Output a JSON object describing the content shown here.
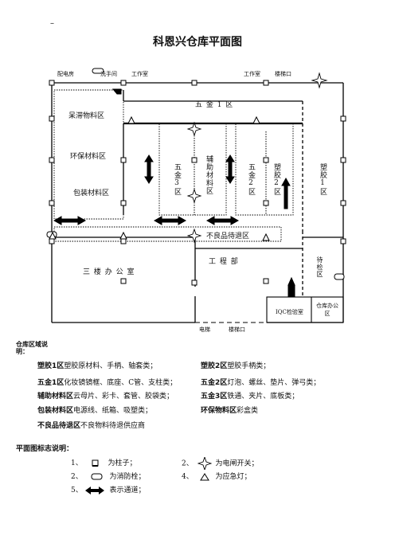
{
  "corner_mark": "–",
  "title": "科恩兴仓库平面图",
  "top_labels": {
    "power_room": "配电房",
    "washroom": "洗手间",
    "office_left": "工作室",
    "office_right": "工作室",
    "stair_top": "楼梯口"
  },
  "zones": {
    "hardware1": "五 金 1 区",
    "sluggish": "呆滞物料区",
    "eco": "环保材料区",
    "packaging": "包装材料区",
    "hardware3": "五金3区",
    "aux": "辅助材料区",
    "hardware2": "五金2区",
    "plastic2": "塑胶2区",
    "plastic1": "塑胶1区",
    "defect": "不良品待退区",
    "engineering": "工 程 部",
    "office3": "三 楼 办 公 室",
    "pending": "待检区",
    "iqc": "IQC检验室",
    "whs_office": "仓库办公区",
    "elevator": "电梯",
    "stair_bottom": "楼梯口"
  },
  "notes_heading": "仓库区域说明：",
  "notes": [
    {
      "name": "塑胶1区",
      "desc": "塑胶原材料、手柄、轴套类；"
    },
    {
      "name": "塑胶2区",
      "desc": "塑胶手柄类；"
    },
    {
      "name": "五金1区",
      "desc": "化妆镜镜框、底座、C管、支柱类；"
    },
    {
      "name": "五金2区",
      "desc": "灯泡、螺丝、垫片、弹弓类；"
    },
    {
      "name": "辅助材料区",
      "desc": "云母片、彩卡、套管、胶袋类；"
    },
    {
      "name": "五金3区",
      "desc": "铁通、夹片、底板类；"
    },
    {
      "name": "包装材料区",
      "desc": "电源线、纸箱、吸塑类；"
    },
    {
      "name": "环保物料区",
      "desc": "彩盒类"
    },
    {
      "name": "不良品待退区",
      "desc": "不良物料待退供应商"
    }
  ],
  "legend_heading": "平面图标志说明：",
  "legend": [
    {
      "num": "1、",
      "text": "为柱子；",
      "icon": "pillar-icon"
    },
    {
      "num": "2、",
      "text": "为电闸开关；",
      "icon": "switch-star-icon"
    },
    {
      "num": "2、",
      "text": "为消防栓；",
      "icon": "hydrant-icon"
    },
    {
      "num": "4、",
      "text": "为应急灯；",
      "icon": "emergency-light-icon"
    },
    {
      "num": "5、",
      "text": "表示通道；",
      "icon": "double-arrow-icon"
    }
  ]
}
